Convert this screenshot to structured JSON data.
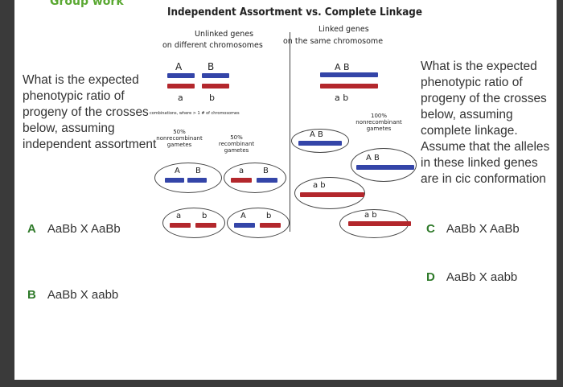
{
  "header": {
    "group_work": "Group work",
    "title": "Independent Assortment vs. Complete Linkage"
  },
  "left_panel": {
    "heading_line1": "Unlinked genes",
    "heading_line2": "on different chromosomes",
    "allele_A": "A",
    "allele_B": "B",
    "allele_a": "a",
    "allele_b": "b",
    "small_note": "combinations, where > 1 # of chromosomes",
    "nonrecomb_label": "50% nonrecombinant gametes",
    "recomb_label": "50% recombinant gametes",
    "gamete_AB": [
      "A",
      "B"
    ],
    "gamete_aB": [
      "a",
      "B"
    ],
    "gamete_ab": [
      "a",
      "b"
    ],
    "gamete_Ab": [
      "A",
      "b"
    ]
  },
  "right_panel": {
    "heading_line1": "Linked genes",
    "heading_line2": "on the same chromosome",
    "chrom_AB": "A B",
    "chrom_ab": "a b",
    "nonrecomb_label": "100% nonrecombinant gametes",
    "gamete_AB_1": "A B",
    "gamete_AB_2": "A B",
    "gamete_ab_1": "a b",
    "gamete_ab_2": "a b"
  },
  "question_left": "What is the expected phenotypic ratio of progeny of the crosses below, assuming independent assortment",
  "question_right": "What is the expected phenotypic ratio of progeny of the crosses below, assuming complete linkage. Assume that the alleles in these linked genes are in cic conformation",
  "options": {
    "A": {
      "letter": "A",
      "text": "AaBb X AaBb"
    },
    "B": {
      "letter": "B",
      "text": "AaBb X aabb"
    },
    "C": {
      "letter": "C",
      "text": "AaBb X AaBb"
    },
    "D": {
      "letter": "D",
      "text": "AaBb X aabb"
    }
  }
}
